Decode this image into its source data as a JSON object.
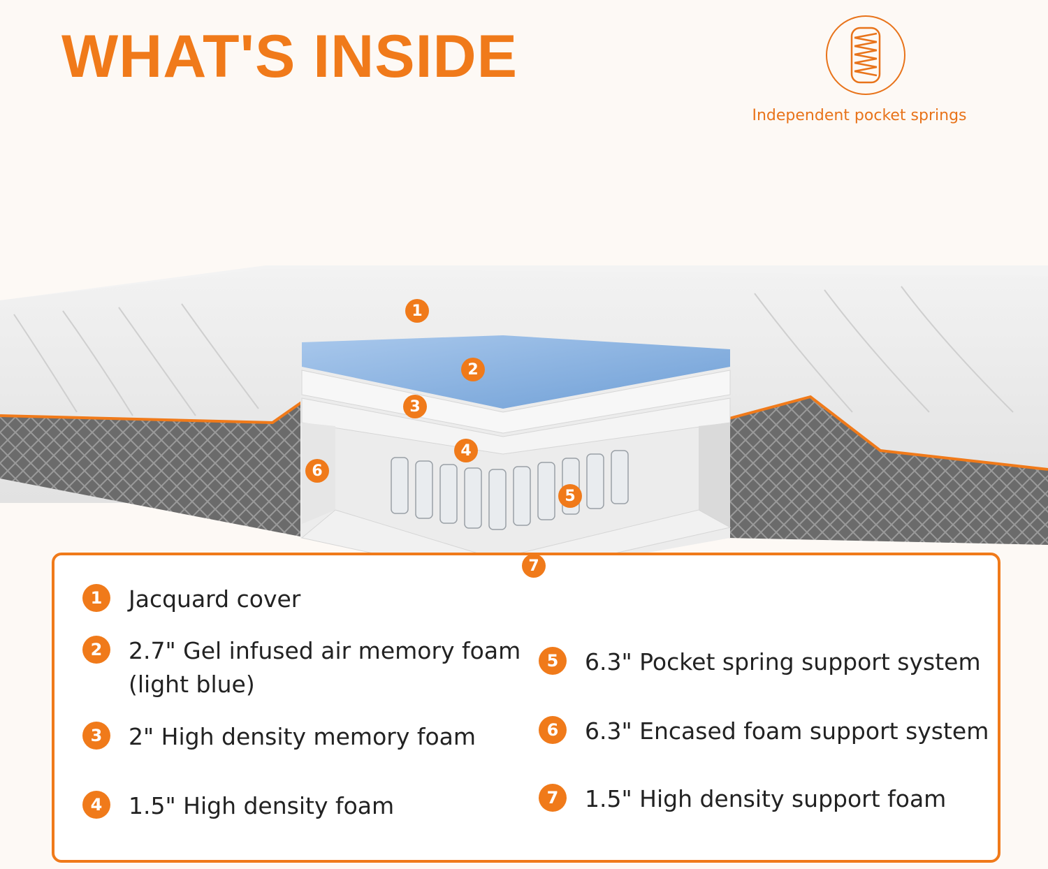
{
  "title": "WHAT'S INSIDE",
  "spring_caption": "Independent  pocket springs",
  "accent_color": "#f07a1a",
  "markers": [
    "1",
    "2",
    "3",
    "4",
    "5",
    "6",
    "7"
  ],
  "legend": [
    {
      "num": "1",
      "text": "Jacquard cover"
    },
    {
      "num": "2",
      "text": "2.7\" Gel infused air memory foam",
      "text2": "(light blue)"
    },
    {
      "num": "3",
      "text": "2\" High density memory foam"
    },
    {
      "num": "4",
      "text": "1.5\" High density foam"
    },
    {
      "num": "5",
      "text": "6.3\" Pocket spring support system"
    },
    {
      "num": "6",
      "text": "6.3\" Encased foam support system"
    },
    {
      "num": "7",
      "text": "1.5\" High density support foam"
    }
  ]
}
